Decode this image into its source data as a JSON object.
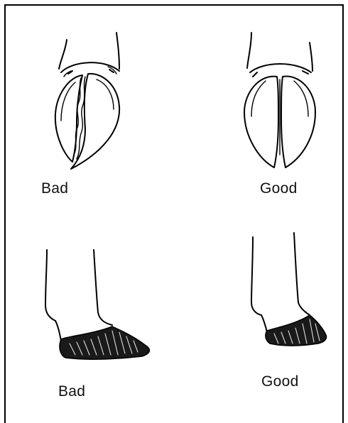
{
  "figure": {
    "panels": [
      {
        "id": "top-left",
        "view": "front",
        "caption": "Bad"
      },
      {
        "id": "top-right",
        "view": "front",
        "caption": "Good"
      },
      {
        "id": "bottom-left",
        "view": "side",
        "caption": "Bad"
      },
      {
        "id": "bottom-right",
        "view": "side",
        "caption": "Good"
      }
    ]
  }
}
